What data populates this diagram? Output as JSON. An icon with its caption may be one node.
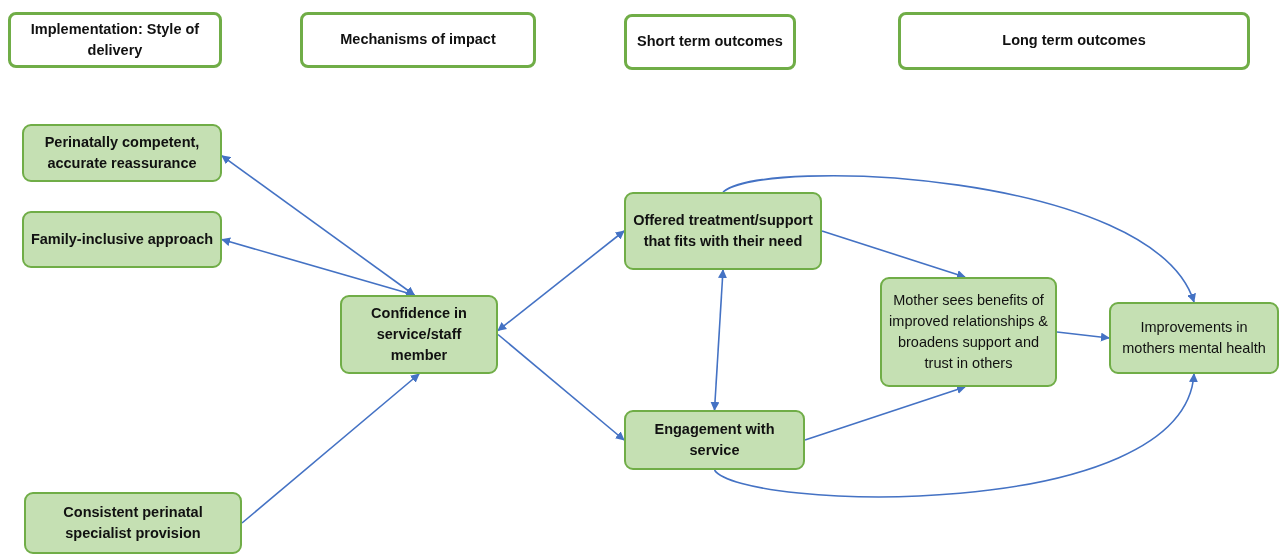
{
  "diagram": {
    "nodes": [
      {
        "text": [
          "Implementation: Style of delivery"
        ]
      },
      {
        "text": [
          "Mechanisms of impact"
        ]
      },
      {
        "text": [
          "Short term outcomes"
        ]
      },
      {
        "text": [
          "Long term outcomes"
        ]
      },
      {
        "text": [
          "Perinatally competent, accurate reassurance"
        ]
      },
      {
        "text": [
          "Family-inclusive approach"
        ]
      },
      {
        "text": [
          "Confidence in service/staff member"
        ]
      },
      {
        "text": [
          "Offered treatment/support that fits with their need"
        ]
      },
      {
        "text": [
          "Engagement with service"
        ]
      },
      {
        "text": [
          "Mother sees benefits of improved relationships & broadens support and trust in others"
        ]
      },
      {
        "text": [
          "Improvements in mothers mental health"
        ]
      },
      {
        "text": [
          "Consistent perinatal specialist provision"
        ]
      }
    ],
    "edges": [
      {
        "from": 4,
        "to": 6,
        "arrow": "both"
      },
      {
        "from": 5,
        "to": 6,
        "arrow": "both"
      },
      {
        "from": 11,
        "to": 6,
        "arrow": "to"
      },
      {
        "from": 6,
        "to": 7,
        "arrow": "both"
      },
      {
        "from": 6,
        "to": 8,
        "arrow": "to"
      },
      {
        "from": 7,
        "to": 8,
        "arrow": "both"
      },
      {
        "from": 7,
        "to": 9,
        "arrow": "to"
      },
      {
        "from": 8,
        "to": 9,
        "arrow": "to"
      },
      {
        "from": 9,
        "to": 10,
        "arrow": "to"
      },
      {
        "from": 7,
        "to": 10,
        "arrow": "to"
      },
      {
        "from": 8,
        "to": 10,
        "arrow": "to"
      }
    ]
  }
}
